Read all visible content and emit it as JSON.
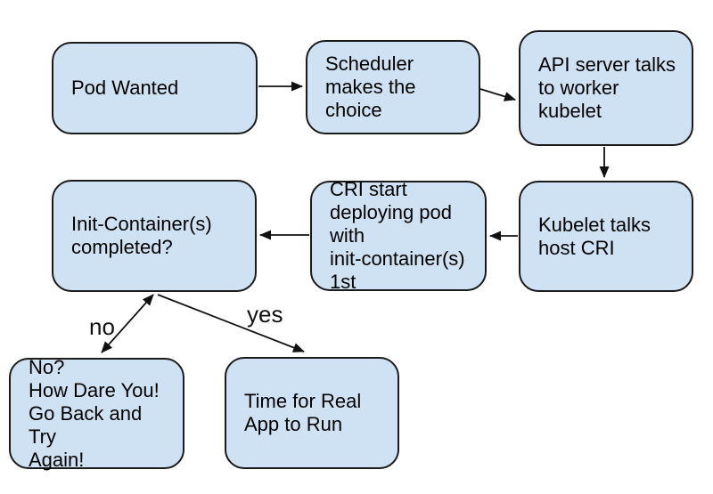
{
  "canvas": {
    "background": "#ffffff",
    "node_fill": "#cfe2f3",
    "node_border": "#1b1b1b",
    "text_color": "#000000",
    "arrow_color": "#111111"
  },
  "nodes": [
    {
      "id": "pod-wanted",
      "label": "Pod Wanted"
    },
    {
      "id": "scheduler",
      "label": "Scheduler\nmakes the\nchoice"
    },
    {
      "id": "api-server",
      "label": "API server talks\nto worker\nkubelet"
    },
    {
      "id": "kubelet",
      "label": "Kubelet talks\nhost CRI"
    },
    {
      "id": "cri-start",
      "label": "CRI start\ndeploying pod\nwith\ninit-container(s)\n1st"
    },
    {
      "id": "init-completed",
      "label": "Init-Container(s)\ncompleted?"
    },
    {
      "id": "no-result",
      "label": "No?\nHow Dare You!\nGo Back and Try\nAgain!"
    },
    {
      "id": "app-run",
      "label": "Time for Real\nApp to Run"
    }
  ],
  "edges": [
    {
      "from": "pod-wanted",
      "to": "scheduler",
      "label": "",
      "bidirectional": false
    },
    {
      "from": "scheduler",
      "to": "api-server",
      "label": "",
      "bidirectional": false
    },
    {
      "from": "api-server",
      "to": "kubelet",
      "label": "",
      "bidirectional": false
    },
    {
      "from": "kubelet",
      "to": "cri-start",
      "label": "",
      "bidirectional": false
    },
    {
      "from": "cri-start",
      "to": "init-completed",
      "label": "",
      "bidirectional": false
    },
    {
      "from": "init-completed",
      "to": "no-result",
      "label": "no",
      "bidirectional": true
    },
    {
      "from": "init-completed",
      "to": "app-run",
      "label": "yes",
      "bidirectional": false
    }
  ]
}
